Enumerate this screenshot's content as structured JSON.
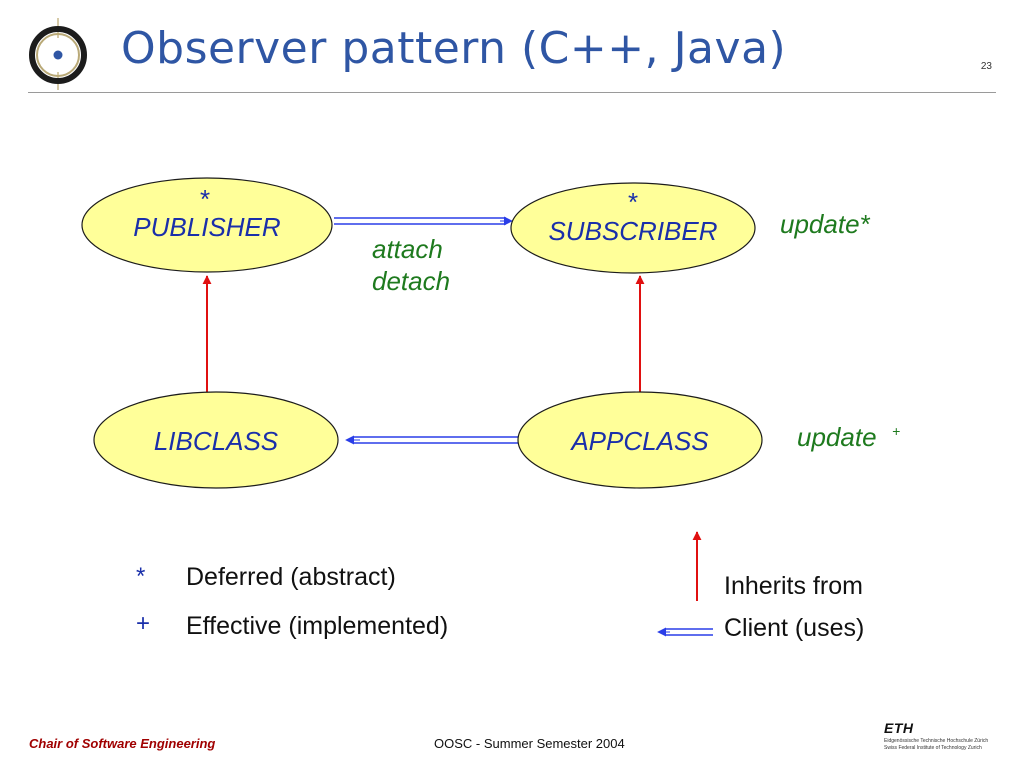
{
  "slide": {
    "title": "Observer pattern (C++, Java)",
    "page_number": "23"
  },
  "diagram": {
    "nodes": {
      "publisher": {
        "label": "PUBLISHER",
        "marker": "*"
      },
      "subscriber": {
        "label": "SUBSCRIBER",
        "marker": "*"
      },
      "libclass": {
        "label": "LIBCLASS"
      },
      "appclass": {
        "label": "APPCLASS"
      }
    },
    "edge_labels": {
      "attach": "attach",
      "detach": "detach"
    },
    "annotations": {
      "update_deferred": "update*",
      "update_effective": "update",
      "update_effective_marker": "+"
    }
  },
  "legend": {
    "deferred_symbol": "*",
    "deferred_text": "Deferred (abstract)",
    "effective_symbol": "+",
    "effective_text": "Effective (implemented)",
    "inherits_text": "Inherits from",
    "client_text": "Client (uses)"
  },
  "footer": {
    "chair": "Chair of Software Engineering",
    "course": "OOSC - Summer Semester 2004",
    "eth_mark": "ETH",
    "eth_line1": "Eidgenössische Technische Hochschule Zürich",
    "eth_line2": "Swiss Federal Institute of Technology Zurich"
  },
  "colors": {
    "title": "#2f56a4",
    "node_fill": "#ffff99",
    "node_text": "#1a2faa",
    "client_arrow": "#2a3ee8",
    "inherit_arrow": "#e01010",
    "green_text": "#1e7a1e",
    "footer_chair": "#a00000"
  }
}
